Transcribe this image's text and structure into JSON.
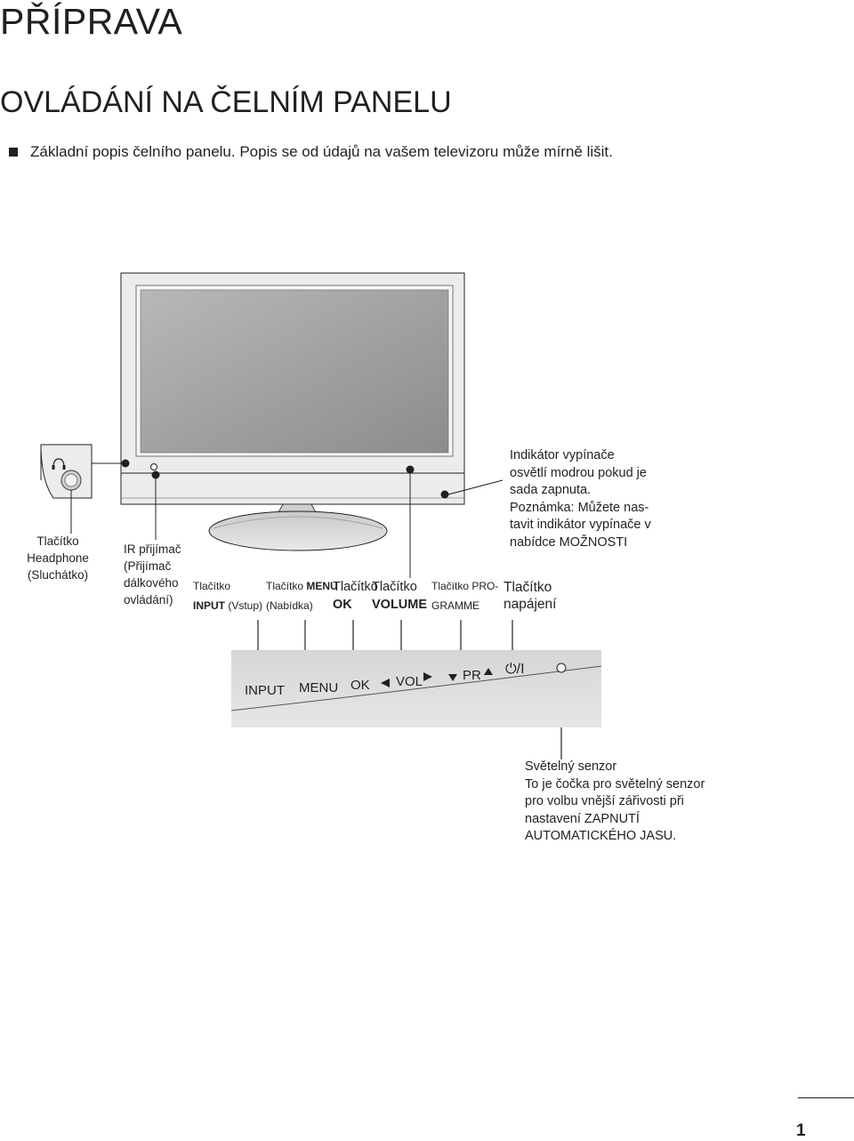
{
  "title": "PŘÍPRAVA",
  "section_title": "OVLÁDÁNÍ NA ČELNÍM PANELU",
  "intro": "Základní popis čelního panelu. Popis se od údajů na vašem televizoru může mírně lišit.",
  "labels": {
    "headphone": [
      "Tlačítko",
      "Headphone",
      "(Sluchátko)"
    ],
    "ir": [
      "IR přijímač",
      "(Přijímač",
      "dálkového",
      "ovládání)"
    ],
    "input_line1": "Tlačítko",
    "input_line2_bold": "INPUT",
    "input_line2_rest": " (Vstup)",
    "menu_line1_prefix": "Tlačítko ",
    "menu_line1_bold": "MENU",
    "menu_line2": "(Nabídka)",
    "ok_line1": "Tlačítko",
    "ok_line2": "OK",
    "volume_line1": "Tlačítko",
    "volume_line2": "VOLUME",
    "programme_line1": "Tlačítko PRO-",
    "programme_line2": "GRAMME",
    "power": [
      "Tlačítko",
      "napájení"
    ],
    "indicator": [
      "Indikátor vypínače",
      "osvětlí modrou pokud je",
      "sada zapnuta.",
      "Poznámka: Můžete nas-",
      "tavit indikátor vypínače v",
      "nabídce MOŽNOSTI"
    ],
    "sensor": [
      "Světelný senzor",
      "To je čočka pro světelný senzor",
      "pro volbu vnější zářivosti při",
      "nastavení ZAPNUTÍ",
      "AUTOMATICKÉHO JASU."
    ]
  },
  "panel": {
    "input": "INPUT",
    "menu": "MENU",
    "ok": "OK",
    "vol": "VOL",
    "pr": "PR",
    "power_symbol": "⏻/I"
  },
  "page_number": "1",
  "colors": {
    "text": "#231f20",
    "panel": "#d9d9d9",
    "screen_gray": "#9c9c9c",
    "bezel": "#e6e6e6"
  }
}
